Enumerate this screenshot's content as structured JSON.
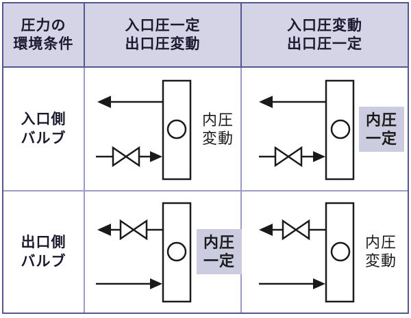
{
  "colors": {
    "outer_border": "#55558e",
    "inner_border": "#9a9ac6",
    "header_bg": "#d4d4e6",
    "highlight_bg": "#cccce0",
    "diagram_line": "#1a1a1a",
    "text": "#1a1a2e",
    "background": "#ffffff"
  },
  "header": {
    "condition": "圧力の\n環境条件",
    "case1": "入口圧一定\n出口圧変動",
    "case2": "入口圧変動\n出口圧一定"
  },
  "rows": [
    {
      "label": "入口側\nバルブ",
      "cells": [
        {
          "state": "内圧\n変動",
          "highlighted": false,
          "valve_position": "bottom-inlet-line",
          "outlet": "top-line-arrow-left",
          "inlet": "bottom-line-arrow-into-tank"
        },
        {
          "state": "内圧\n一定",
          "highlighted": true,
          "valve_position": "bottom-inlet-line",
          "outlet": "top-line-arrow-left",
          "inlet": "bottom-line-arrow-into-tank"
        }
      ]
    },
    {
      "label": "出口側\nバルブ",
      "cells": [
        {
          "state": "内圧\n一定",
          "highlighted": true,
          "valve_position": "top-outlet-line",
          "outlet": "top-line-arrow-left",
          "inlet": "bottom-line-arrow-into-tank"
        },
        {
          "state": "内圧\n変動",
          "highlighted": false,
          "valve_position": "top-outlet-line",
          "outlet": "top-line-arrow-left",
          "inlet": "bottom-line-arrow-into-tank"
        }
      ]
    }
  ]
}
